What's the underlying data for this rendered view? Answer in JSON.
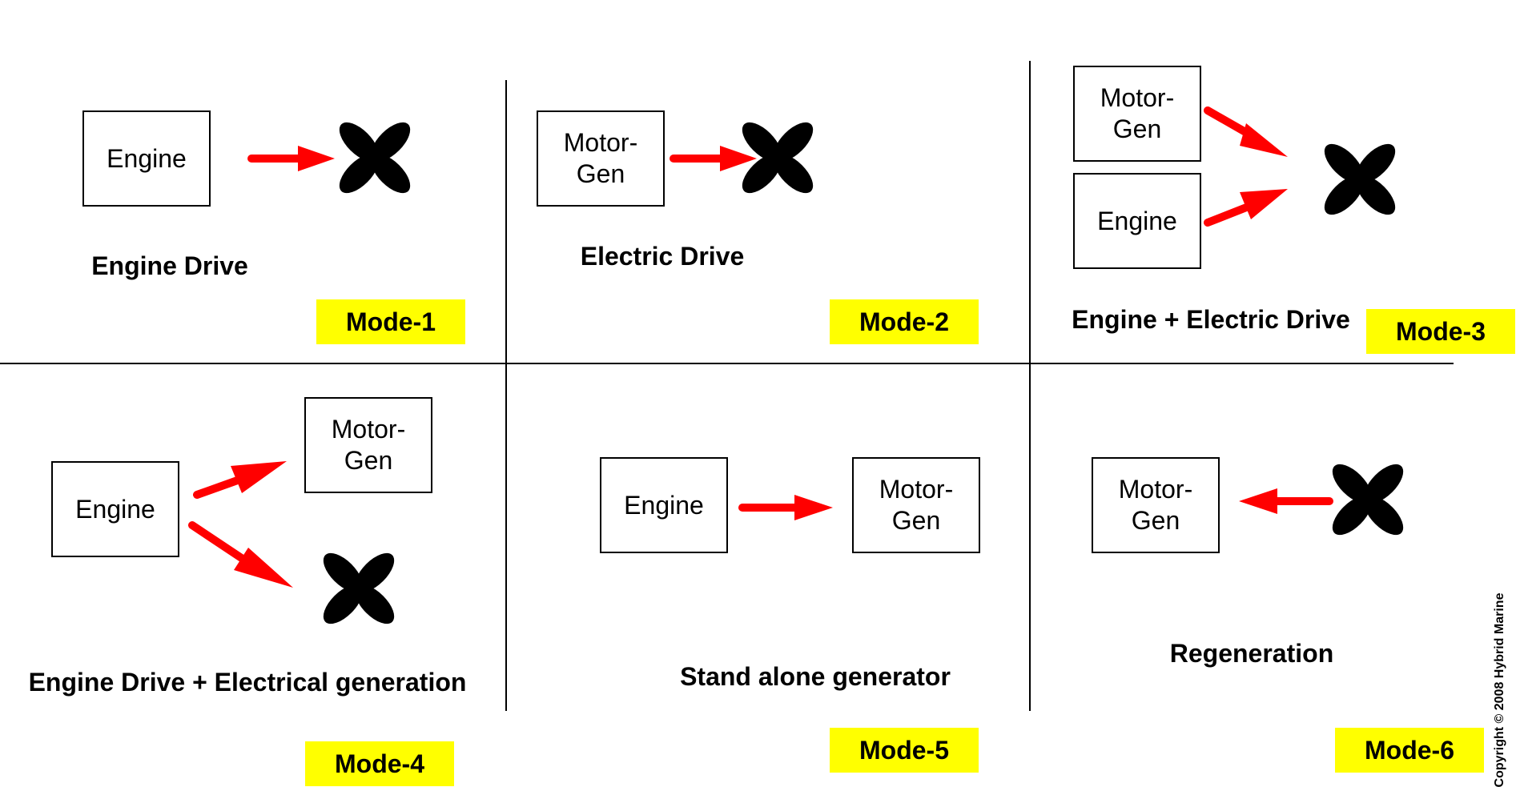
{
  "modes": {
    "mode1": {
      "caption": "Engine Drive",
      "badge": "Mode-1",
      "engine": "Engine"
    },
    "mode2": {
      "caption": "Electric Drive",
      "badge": "Mode-2",
      "motor_gen_line1": "Motor-",
      "motor_gen_line2": "Gen"
    },
    "mode3": {
      "caption": "Engine + Electric Drive",
      "badge": "Mode-3",
      "motor_gen_line1": "Motor-",
      "motor_gen_line2": "Gen",
      "engine": "Engine"
    },
    "mode4": {
      "caption": "Engine Drive + Electrical generation",
      "badge": "Mode-4",
      "engine": "Engine",
      "motor_gen_line1": "Motor-",
      "motor_gen_line2": "Gen"
    },
    "mode5": {
      "caption": "Stand alone generator",
      "badge": "Mode-5",
      "engine": "Engine",
      "motor_gen_line1": "Motor-",
      "motor_gen_line2": "Gen"
    },
    "mode6": {
      "caption": "Regeneration",
      "badge": "Mode-6",
      "motor_gen_line1": "Motor-",
      "motor_gen_line2": "Gen"
    }
  },
  "copyright": "Copyright © 2008 Hybrid Marine",
  "colors": {
    "arrow": "#ff0000",
    "badge": "#ffff00",
    "propeller": "#000000"
  },
  "icons": {
    "propeller": "propeller-icon",
    "arrow": "arrow-icon"
  }
}
